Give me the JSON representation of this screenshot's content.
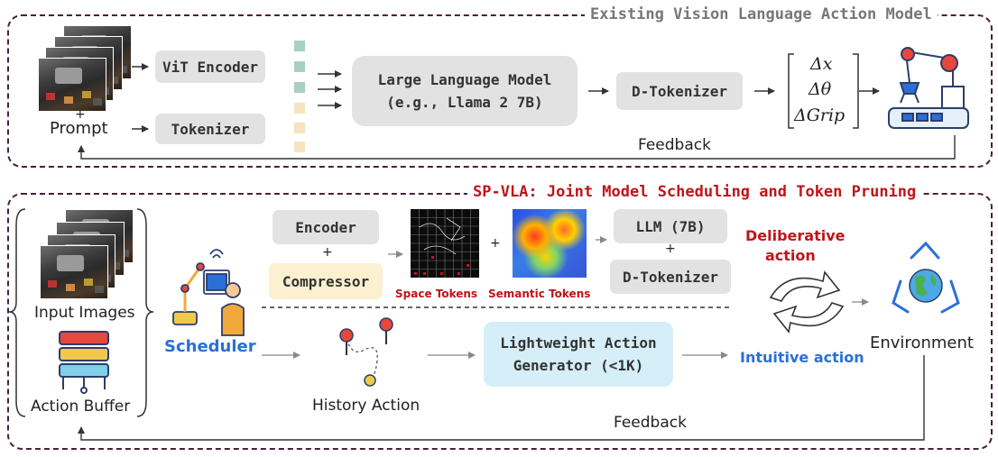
{
  "top": {
    "title": "Existing Vision Language Action Model",
    "prompt_plus": "+",
    "prompt": "Prompt",
    "vit_encoder": "ViT Encoder",
    "tokenizer": "Tokenizer",
    "llm_line1": "Large Language Model",
    "llm_line2": "(e.g., Llama 2 7B)",
    "dtokenizer": "D-Tokenizer",
    "action_dx": "Δx",
    "action_dtheta": "Δθ",
    "action_dgrip": "ΔGrip",
    "feedback": "Feedback"
  },
  "bottom": {
    "title": "SP-VLA:  Joint Model Scheduling and Token Pruning",
    "input_images": "Input Images",
    "action_buffer": "Action Buffer",
    "scheduler": "Scheduler",
    "encoder": "Encoder",
    "plus1": "+",
    "compressor": "Compressor",
    "plus2": "+",
    "space_tokens": "Space Tokens",
    "semantic_tokens": "Semantic Tokens",
    "llm": "LLM (7B)",
    "plus3": "+",
    "dtokenizer": "D-Tokenizer",
    "deliberative_line1": "Deliberative",
    "deliberative_line2": "action",
    "history_action": "History Action",
    "lightweight_line1": "Lightweight Action",
    "lightweight_line2": "Generator (<1K)",
    "intuitive_action": "Intuitive action",
    "environment": "Environment",
    "feedback": "Feedback"
  },
  "colors": {
    "panel_border": "#4a1f3d",
    "title_top": "#777777",
    "title_bottom": "#c0141a",
    "red_label": "#c0141a",
    "blue_label": "#2a6fd8",
    "box_gray": "#e2e2e2",
    "box_yellow": "#fbf0cf",
    "box_blue": "#d6eef8"
  },
  "icons": [
    "robot-arm-icon",
    "robot-scientist-icon",
    "server-rack-icon",
    "history-path-icon",
    "cycle-arrows-icon",
    "recycle-earth-icon"
  ]
}
